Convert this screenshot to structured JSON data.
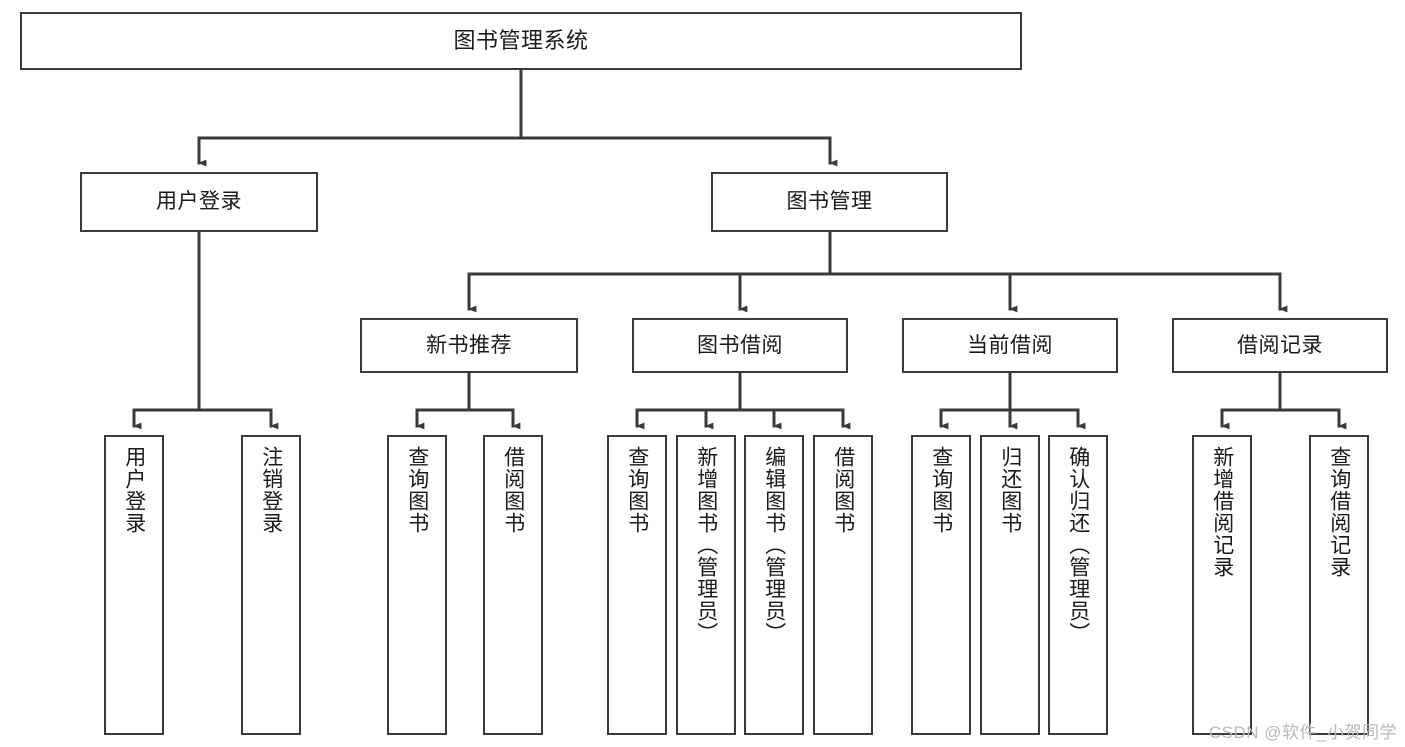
{
  "diagram": {
    "type": "tree-hierarchy",
    "title": "图书管理系统",
    "orientation": "top-down",
    "colors": {
      "node_border": "#3a3a3a",
      "node_fill": "#ffffff",
      "connector": "#3a3a3a",
      "text": "#1a1a1a",
      "watermark": "#b9b9b9"
    },
    "root": {
      "label": "图书管理系统"
    },
    "level2": [
      {
        "label": "用户登录"
      },
      {
        "label": "图书管理"
      }
    ],
    "level3": [
      {
        "label": "新书推荐"
      },
      {
        "label": "图书借阅"
      },
      {
        "label": "当前借阅"
      },
      {
        "label": "借阅记录"
      }
    ],
    "leaves": {
      "user_login": [
        {
          "label": "用户登录"
        },
        {
          "label": "注销登录"
        }
      ],
      "new_book_recommend": [
        {
          "label": "查询图书"
        },
        {
          "label": "借阅图书"
        }
      ],
      "book_borrow": [
        {
          "label": "查询图书"
        },
        {
          "label": "新增图书（管理员）"
        },
        {
          "label": "编辑图书（管理员）"
        },
        {
          "label": "借阅图书"
        }
      ],
      "current_borrow": [
        {
          "label": "查询图书"
        },
        {
          "label": "归还图书"
        },
        {
          "label": "确认归还（管理员）"
        }
      ],
      "borrow_record": [
        {
          "label": "新增借阅记录"
        },
        {
          "label": "查询借阅记录"
        }
      ]
    }
  },
  "watermark": {
    "text": "CSDN @软件_小贺同学"
  }
}
